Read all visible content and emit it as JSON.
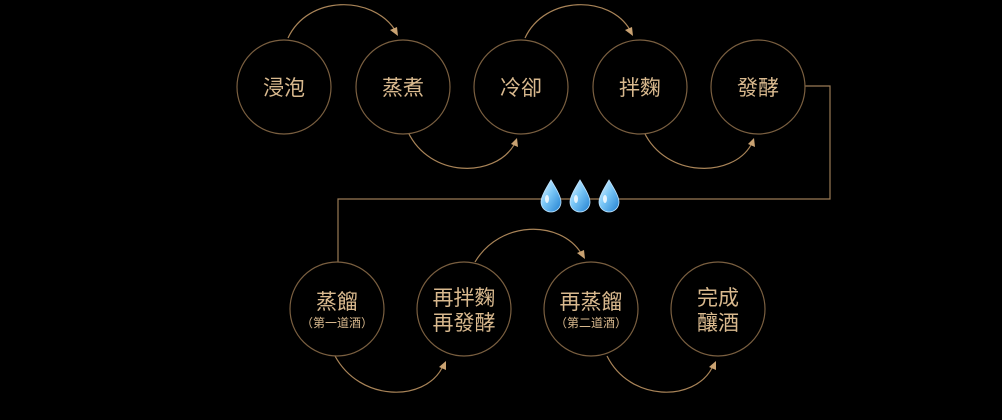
{
  "process": {
    "row1": [
      {
        "label": "浸泡"
      },
      {
        "label": "蒸煮"
      },
      {
        "label": "冷卻"
      },
      {
        "label": "拌麴"
      },
      {
        "label": "發酵"
      }
    ],
    "row2": [
      {
        "line1": "蒸餾",
        "note": "（第一道酒）"
      },
      {
        "line1": "再拌麴",
        "line2": "再發酵"
      },
      {
        "line1": "再蒸餾",
        "note": "（第二道酒）"
      },
      {
        "line1": "完成",
        "line2": "釀酒"
      }
    ]
  },
  "icons": {
    "drops": [
      "water-drop-icon",
      "water-drop-icon",
      "water-drop-icon"
    ]
  },
  "colors": {
    "accent": "#d9b98e",
    "line": "#a98458",
    "drop": "#3fa3e6"
  }
}
